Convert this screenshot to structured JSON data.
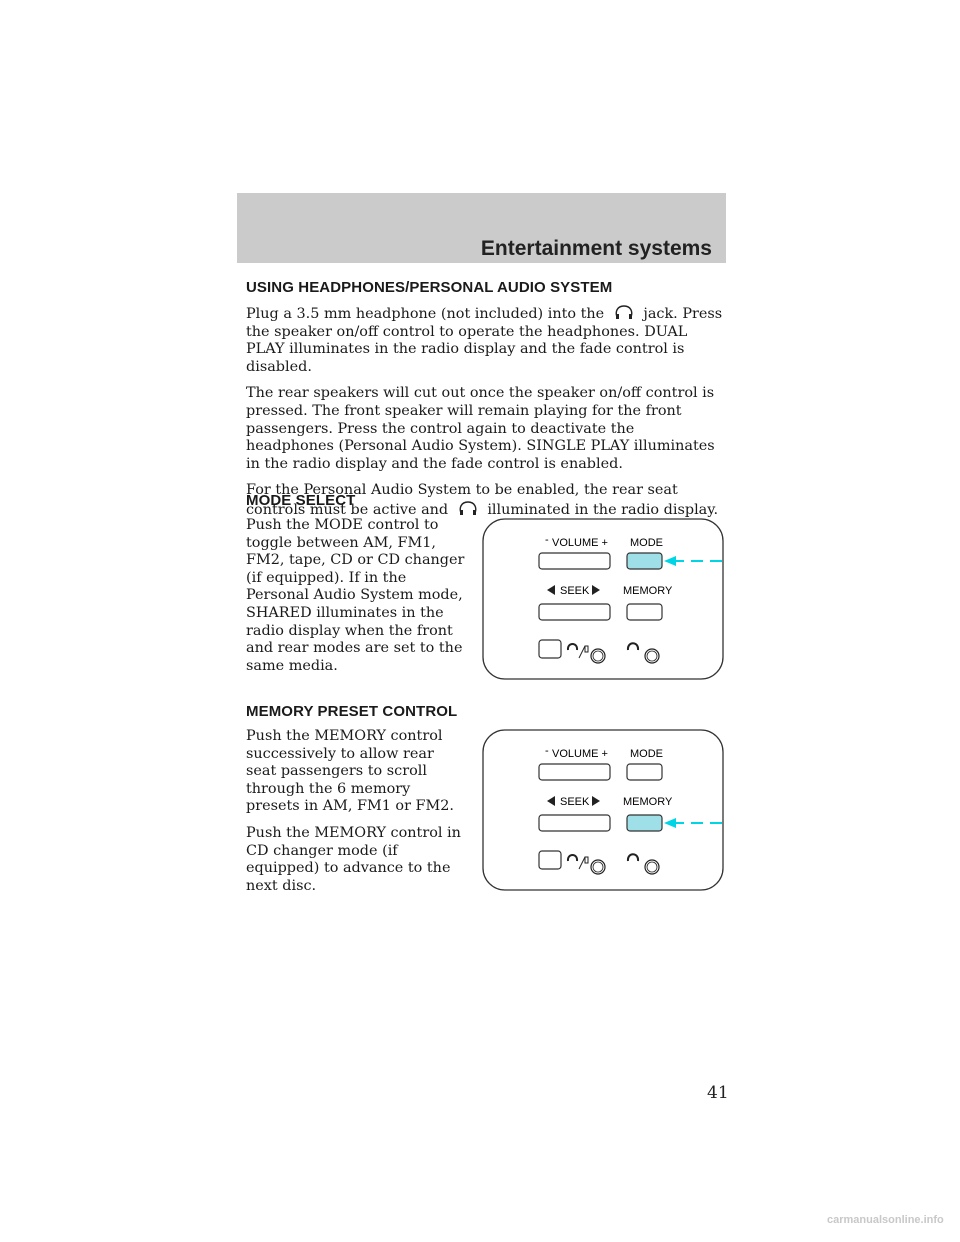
{
  "header": {
    "title": "Entertainment systems"
  },
  "section1": {
    "heading": "USING HEADPHONES/PERSONAL AUDIO SYSTEM",
    "p1_a": "Plug a 3.5 mm headphone (not included) into the",
    "p1_b": "jack. Press the speaker on/off control to operate the headphones. DUAL PLAY illuminates in the radio display and the fade control is disabled.",
    "p2": "The rear speakers will cut out once the speaker on/off control is pressed. The front speaker will remain playing for the front passengers. Press the control again to deactivate the headphones (Personal Audio System). SINGLE PLAY illuminates in the radio display and the fade control is enabled.",
    "p3_a": "For the Personal Audio System to be enabled, the rear seat controls must be active and",
    "p3_b": "illuminated in the radio display."
  },
  "section2": {
    "heading": "MODE SELECT",
    "p1": "Push the MODE control to toggle between AM, FM1, FM2, tape, CD or CD changer (if equipped). If in the Personal Audio System mode, SHARED illuminates in the radio display when the front and rear modes are set to the same media."
  },
  "section3": {
    "heading": "MEMORY PRESET CONTROL",
    "p1": "Push the MEMORY control successively to allow rear seat passengers to scroll through the 6 memory presets in AM, FM1 or FM2.",
    "p2": "Push the MEMORY control in CD changer mode (if equipped) to advance to the next disc."
  },
  "panel": {
    "minus": "-",
    "volume_label": "VOLUME +",
    "mode_label": "MODE",
    "seek_label": "SEEK",
    "memory_label": "MEMORY"
  },
  "colors": {
    "highlight": "#9fdfe8",
    "arrow": "#00d5e6",
    "header_band": "#cbcbcb"
  },
  "page_number": "41",
  "footer": "carmanualsonline.info"
}
